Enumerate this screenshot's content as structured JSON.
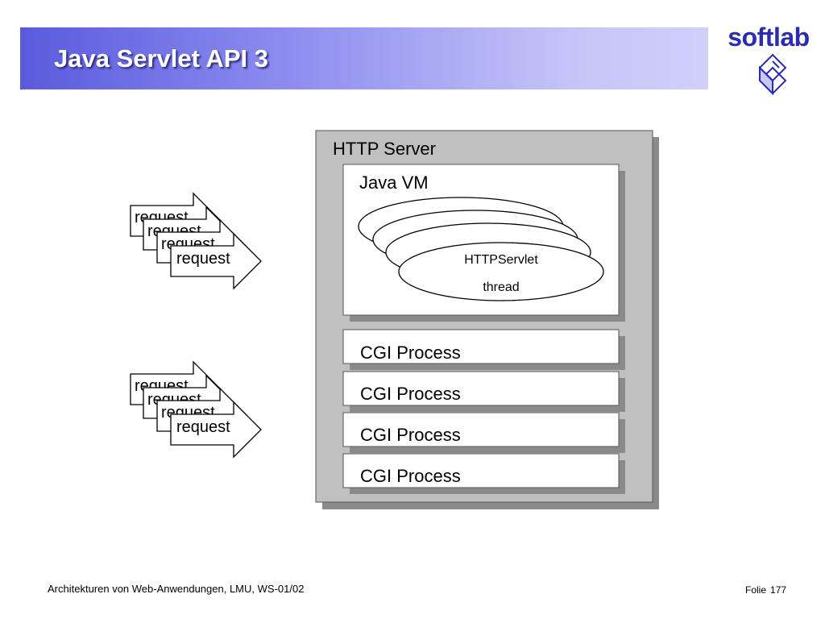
{
  "slide": {
    "title": "Java Servlet API 3",
    "logo_text": "softlab",
    "logo_icon": "softlab-cube-icon"
  },
  "diagram": {
    "http_server_label": "HTTP Server",
    "java_vm_label": "Java VM",
    "servlet_label": "HTTPServlet",
    "thread_label": "thread",
    "cgi_processes": [
      "CGI Process",
      "CGI Process",
      "CGI Process",
      "CGI Process"
    ],
    "request_groups": [
      [
        "request",
        "request",
        "request",
        "request"
      ],
      [
        "request",
        "request",
        "request",
        "request"
      ]
    ]
  },
  "footer": {
    "course": "Architekturen von Web-Anwendungen, LMU, WS-01/02",
    "folie_label": "Folie",
    "page_number": "177"
  }
}
